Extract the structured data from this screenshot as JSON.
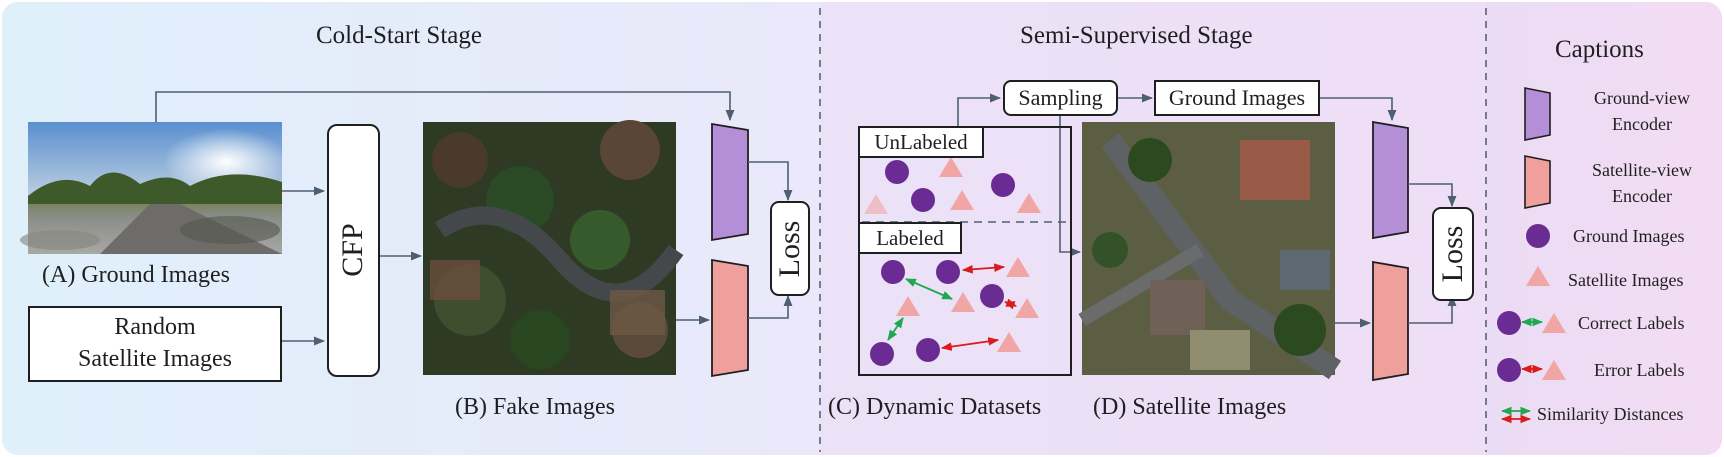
{
  "sections": {
    "cold_start": "Cold-Start Stage",
    "semi_supervised": "Semi-Supervised Stage",
    "captions": "Captions"
  },
  "panels": {
    "a": "(A) Ground Images",
    "b": "(B) Fake Images",
    "c": "(C) Dynamic Datasets",
    "d": "(D) Satellite Images"
  },
  "boxes": {
    "random_line1": "Random",
    "random_line2": "Satellite Images",
    "cfp": "CFP",
    "loss": "Loss",
    "sampling": "Sampling",
    "ground_images": "Ground Images",
    "unlabeled": "UnLabeled",
    "labeled": "Labeled"
  },
  "legend": {
    "ground_encoder_1": "Ground-view",
    "ground_encoder_2": "Encoder",
    "satellite_encoder_1": "Satellite-view",
    "satellite_encoder_2": "Encoder",
    "ground_images": "Ground Images",
    "satellite_images": "Satellite Images",
    "correct_labels": "Correct Labels",
    "error_labels": "Error Labels",
    "similarity": "Similarity Distances"
  },
  "colors": {
    "ground_encoder": "#b48ed6",
    "satellite_encoder": "#ef9f9c",
    "ground_dot": "#6a2c93",
    "satellite_tri": "#f0a6a4",
    "correct_arrow": "#1fa84f",
    "error_arrow": "#d81c1c"
  }
}
